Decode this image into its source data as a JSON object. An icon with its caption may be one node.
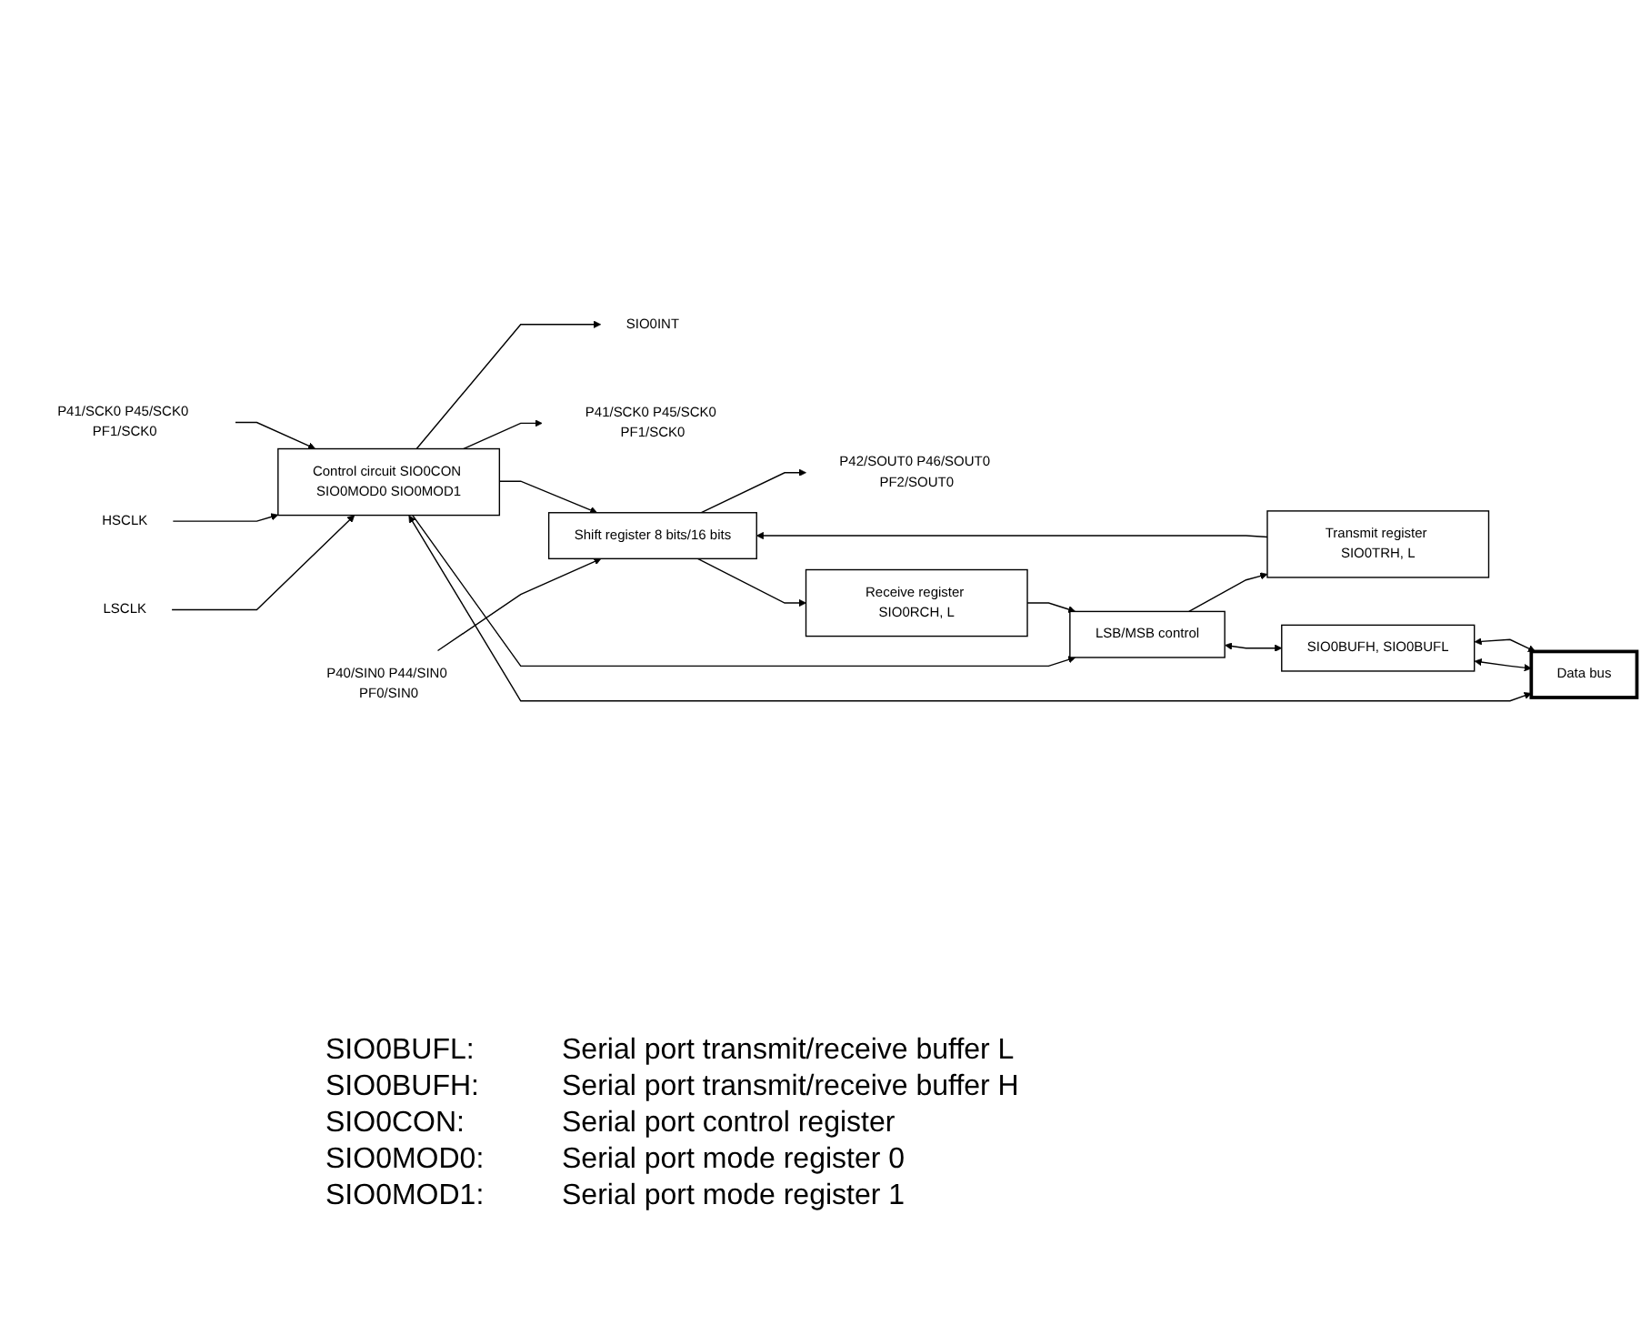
{
  "diagram": {
    "nodes": [
      {
        "text": [
          "SIO0INT"
        ]
      },
      {
        "text": [
          "P41/SCK0 P45/SCK0 PF1/SCK0"
        ]
      },
      {
        "text": [
          "P40/SIN0 P44/SIN0 PF0/SIN0"
        ]
      },
      {
        "text": [
          "Shift register 8 bits/16 bits"
        ]
      },
      {
        "text": [
          "P42/SOUT0 P46/SOUT0 PF2/SOUT0"
        ]
      },
      {
        "text": [
          "Transmit register SIO0TRH, L"
        ]
      },
      {
        "text": [
          "Receive register SIO0RCH, L"
        ]
      },
      {
        "text": [
          "LSCLK"
        ]
      },
      {
        "text": [
          "HSCLK"
        ]
      },
      {
        "text": [
          "Control circuit SIO0CON SIO0MOD0 SIO0MOD1"
        ]
      },
      {
        "text": [
          "LSB/MSB control"
        ]
      },
      {
        "text": [
          "P41/SCK0 P45/SCK0 PF1/SCK0"
        ]
      },
      {
        "text": [
          "SIO0BUFH, SIO0BUFL"
        ]
      },
      {
        "text": [
          "Data bus"
        ]
      }
    ],
    "edges": [
      {
        "from": 9,
        "to": 0,
        "arrow": "to"
      },
      {
        "from": 9,
        "to": 1,
        "arrow": "to"
      },
      {
        "from": 2,
        "to": 3,
        "arrow": "to"
      },
      {
        "from": 9,
        "to": 3,
        "arrow": "to"
      },
      {
        "from": 3,
        "to": 4,
        "arrow": "to"
      },
      {
        "from": 5,
        "to": 3,
        "arrow": "to"
      },
      {
        "from": 3,
        "to": 6,
        "arrow": "to"
      },
      {
        "from": 7,
        "to": 9,
        "arrow": "to"
      },
      {
        "from": 8,
        "to": 9,
        "arrow": "to"
      },
      {
        "from": 11,
        "to": 9,
        "arrow": "to"
      },
      {
        "from": 9,
        "to": 10,
        "arrow": "to"
      },
      {
        "from": 10,
        "to": 5,
        "arrow": "to"
      },
      {
        "from": 6,
        "to": 10,
        "arrow": "to"
      },
      {
        "from": 10,
        "to": 12,
        "arrow": "both"
      },
      {
        "from": 9,
        "to": 13,
        "arrow": "both"
      },
      {
        "from": 12,
        "to": 13,
        "arrow": "both"
      },
      {
        "from": 12,
        "to": 13,
        "arrow": "both"
      }
    ],
    "labels": [
      "SIO0BUFL:",
      "Serial port transmit/receive buffer L",
      "SIO0BUFH:",
      "Serial port transmit/receive buffer H",
      "SIO0CON:",
      "Serial port control register",
      "SIO0MOD0:",
      "Serial port mode register 0",
      "SIO0MOD1:",
      "Serial port mode register 1"
    ]
  }
}
